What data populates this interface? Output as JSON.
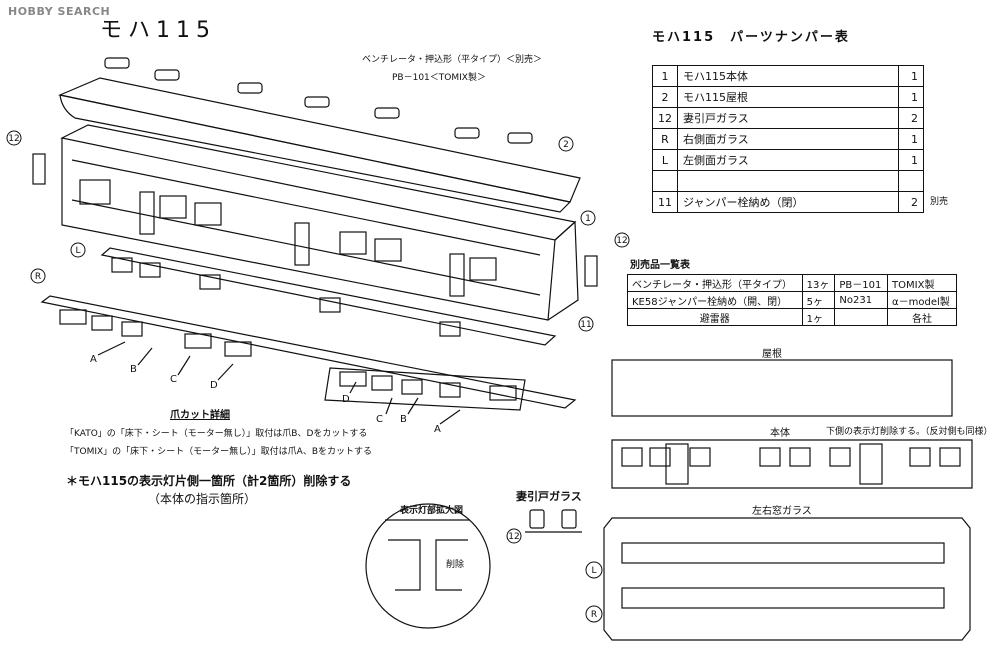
{
  "watermark": "HOBBY SEARCH",
  "title": "モハ115",
  "parts_table": {
    "title": "モハ115　パーツナンパー表",
    "rows": [
      {
        "no": "1",
        "name": "モハ115本体",
        "qty": "1",
        "note": ""
      },
      {
        "no": "2",
        "name": "モハ115屋根",
        "qty": "1",
        "note": ""
      },
      {
        "no": "12",
        "name": "妻引戸ガラス",
        "qty": "2",
        "note": ""
      },
      {
        "no": "R",
        "name": "右側面ガラス",
        "qty": "1",
        "note": ""
      },
      {
        "no": "L",
        "name": "左側面ガラス",
        "qty": "1",
        "note": ""
      },
      {
        "no": "",
        "name": "",
        "qty": "",
        "note": ""
      },
      {
        "no": "11",
        "name": "ジャンパー栓納め（閉）",
        "qty": "2",
        "note": "別売"
      }
    ]
  },
  "separate_sale": {
    "title": "別売品一覧表",
    "rows": [
      {
        "name": "ベンチレータ・押込形（平タイプ）",
        "qty": "13ヶ",
        "code": "PB－101",
        "maker": "TOMIX製"
      },
      {
        "name": "KE58ジャンパー栓納め（開、閉）",
        "qty": "5ヶ",
        "code": "No231",
        "maker": "α－model製"
      },
      {
        "name": "避雷器",
        "qty": "1ヶ",
        "code": "",
        "maker": "各社"
      }
    ]
  },
  "ventilator_note": {
    "line1": "ベンチレータ・押込形（平タイプ）＜別売＞",
    "line2": "PB－101＜TOMIX製＞"
  },
  "claw_cut": {
    "title": "爪カット詳細",
    "line1": "「KATO」の「床下・シート（モーター無し）」取付は爪B、Dをカットする",
    "line2": "「TOMIX」の「床下・シート（モーター無し）」取付は爪A、Bをカットする"
  },
  "lamp_note": {
    "line1": "＊モハ115の表示灯片側一箇所（計2箇所）削除する",
    "line2": "（本体の指示箇所）"
  },
  "detail_circle": {
    "title": "表示灯部拡大図",
    "label": "削除"
  },
  "gable_glass": {
    "title": "妻引戸ガラス",
    "num": "12"
  },
  "roof": {
    "title": "屋根"
  },
  "body": {
    "title": "本体",
    "note": "下側の表示灯削除する。（反対側も同様）"
  },
  "side_glass": {
    "title": "左右窓ガラス",
    "left": "L",
    "right": "R"
  },
  "callouts": {
    "c2": "2",
    "c1": "1",
    "c12a": "12",
    "c12b": "12",
    "c11": "11",
    "cL": "L",
    "cR": "R"
  },
  "claw_labels": {
    "upper": [
      "A",
      "B",
      "C",
      "D"
    ],
    "lower": [
      "D",
      "C",
      "B",
      "A"
    ]
  }
}
